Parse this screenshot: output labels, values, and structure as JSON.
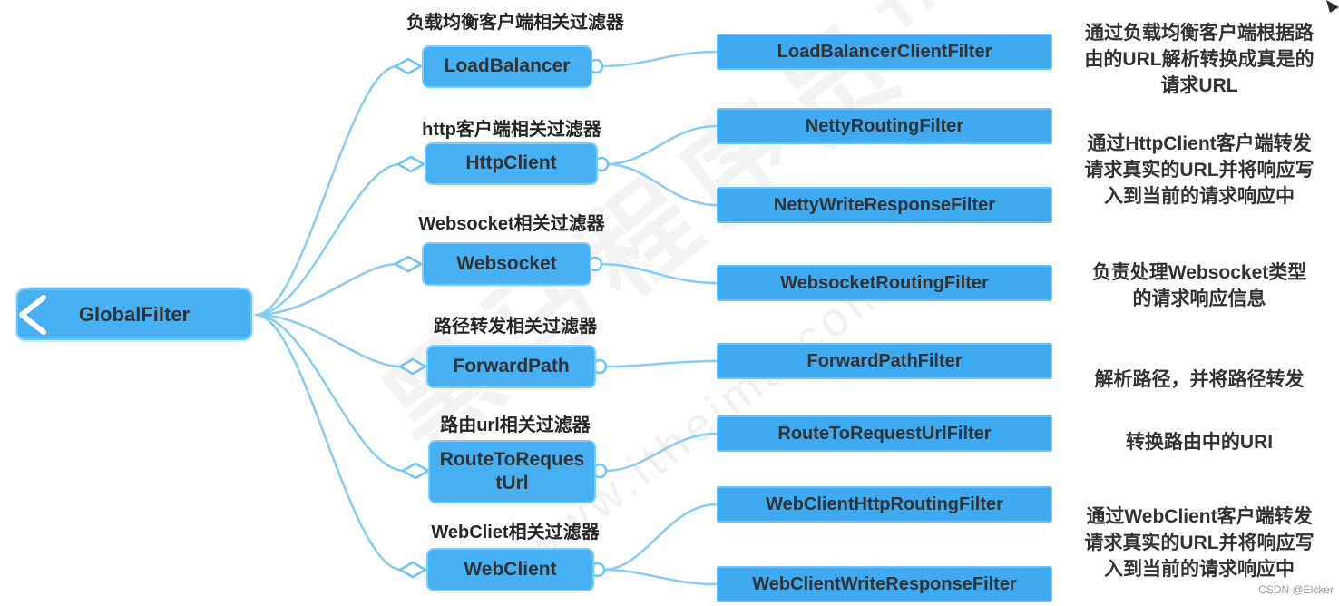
{
  "root": {
    "label": "GlobalFilter"
  },
  "branches": [
    {
      "category": "负载均衡客户端相关过滤器",
      "topic": "LoadBalancer",
      "children": [
        "LoadBalancerClientFilter"
      ],
      "desc_lines": [
        "通过负载均衡客户端根据路",
        "由的URL解析转换成真是的",
        "请求URL"
      ]
    },
    {
      "category": "http客户端相关过滤器",
      "topic": "HttpClient",
      "children": [
        "NettyRoutingFilter",
        "NettyWriteResponseFilter"
      ],
      "desc_lines": [
        "通过HttpClient客户端转发",
        "请求真实的URL并将响应写",
        "入到当前的请求响应中"
      ]
    },
    {
      "category": "Websocket相关过滤器",
      "topic": "Websocket",
      "children": [
        "WebsocketRoutingFilter"
      ],
      "desc_lines": [
        "负责处理Websocket类型",
        "的请求响应信息"
      ]
    },
    {
      "category": "路径转发相关过滤器",
      "topic": "ForwardPath",
      "children": [
        "ForwardPathFilter"
      ],
      "desc_lines": [
        "解析路径，并将路径转发"
      ]
    },
    {
      "category": "路由url相关过滤器",
      "topic": "RouteToRequestUrl",
      "children": [
        "RouteToRequestUrlFilter"
      ],
      "desc_lines": [
        "转换路由中的URI"
      ]
    },
    {
      "category": "WebCliet相关过滤器",
      "topic": "WebClient",
      "children": [
        "WebClientHttpRoutingFilter",
        "WebClientWriteResponseFilter"
      ],
      "desc_lines": [
        "通过WebClient客户端转发",
        "请求真实的URL并将响应写",
        "入到当前的请求响应中"
      ]
    }
  ],
  "watermark": {
    "brand": "黑马程序员™",
    "site": "www.itheima.com",
    "credit": "CSDN @Elcker"
  },
  "colors": {
    "node_fill": "#47b0f3",
    "leaf_fill": "#40aaf0",
    "node_border": "#7dccf9",
    "connector": "#85cdf8",
    "text_dark": "#2f3337"
  }
}
